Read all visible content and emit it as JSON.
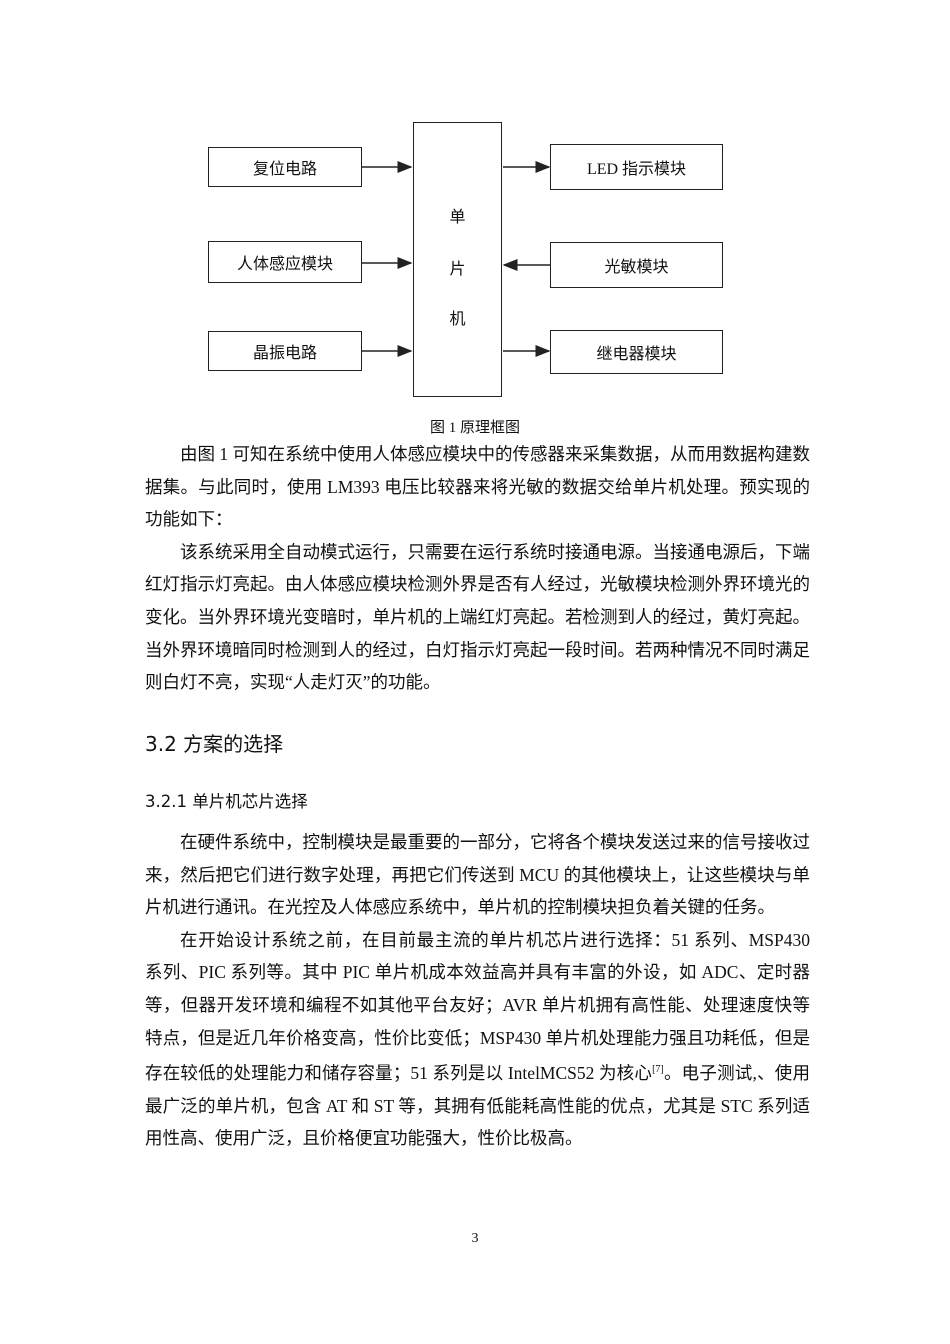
{
  "diagram": {
    "left_boxes": [
      "复位电路",
      "人体感应模块",
      "晶振电路"
    ],
    "center_chars": [
      "单",
      "片",
      "机"
    ],
    "right_boxes": [
      "LED 指示模块",
      "光敏模块",
      "继电器模块"
    ],
    "caption": "图 1  原理框图"
  },
  "section1": {
    "para1": "由图 1 可知在系统中使用人体感应模块中的传感器来采集数据，从而用数据构建数据集。与此同时，使用 LM393 电压比较器来将光敏的数据交给单片机处理。预实现的功能如下：",
    "para2": "该系统采用全自动模式运行，只需要在运行系统时接通电源。当接通电源后，下端红灯指示灯亮起。由人体感应模块检测外界是否有人经过，光敏模块检测外界环境光的变化。当外界环境光变暗时，单片机的上端红灯亮起。若检测到人的经过，黄灯亮起。当外界环境暗同时检测到人的经过，白灯指示灯亮起一段时间。若两种情况不同时满足则白灯不亮，实现“人走灯灭”的功能。"
  },
  "heading2": "3.2 方案的选择",
  "heading3": "3.2.1 单片机芯片选择",
  "section2": {
    "para1": "在硬件系统中，控制模块是最重要的一部分，它将各个模块发送过来的信号接收过来，然后把它们进行数字处理，再把它们传送到 MCU 的其他模块上，让这些模块与单片机进行通讯。在光控及人体感应系统中，单片机的控制模块担负着关键的任务。",
    "para2_a": "在开始设计系统之前，在目前最主流的单片机芯片进行选择：51 系列、MSP430 系列、PIC 系列等。其中 PIC 单片机成本效益高并具有丰富的外设，如 ADC、定时器等，但器开发环境和编程不如其他平台友好；AVR 单片机拥有高性能、处理速度快等特点，但是近几年价格变高，性价比变低；MSP430 单片机处理能力强且功耗低，但是存在较低的处理能力和储存容量；51 系列是以 IntelMCS52 为核心",
    "citation": "[7]",
    "para2_b": "。电子测试,、使用最广泛的单片机，包含 AT 和 ST 等，其拥有低能耗高性能的优点，尤其是 STC 系列适用性高、使用广泛，且价格便宜功能强大，性价比极高。"
  },
  "page_number": "3"
}
